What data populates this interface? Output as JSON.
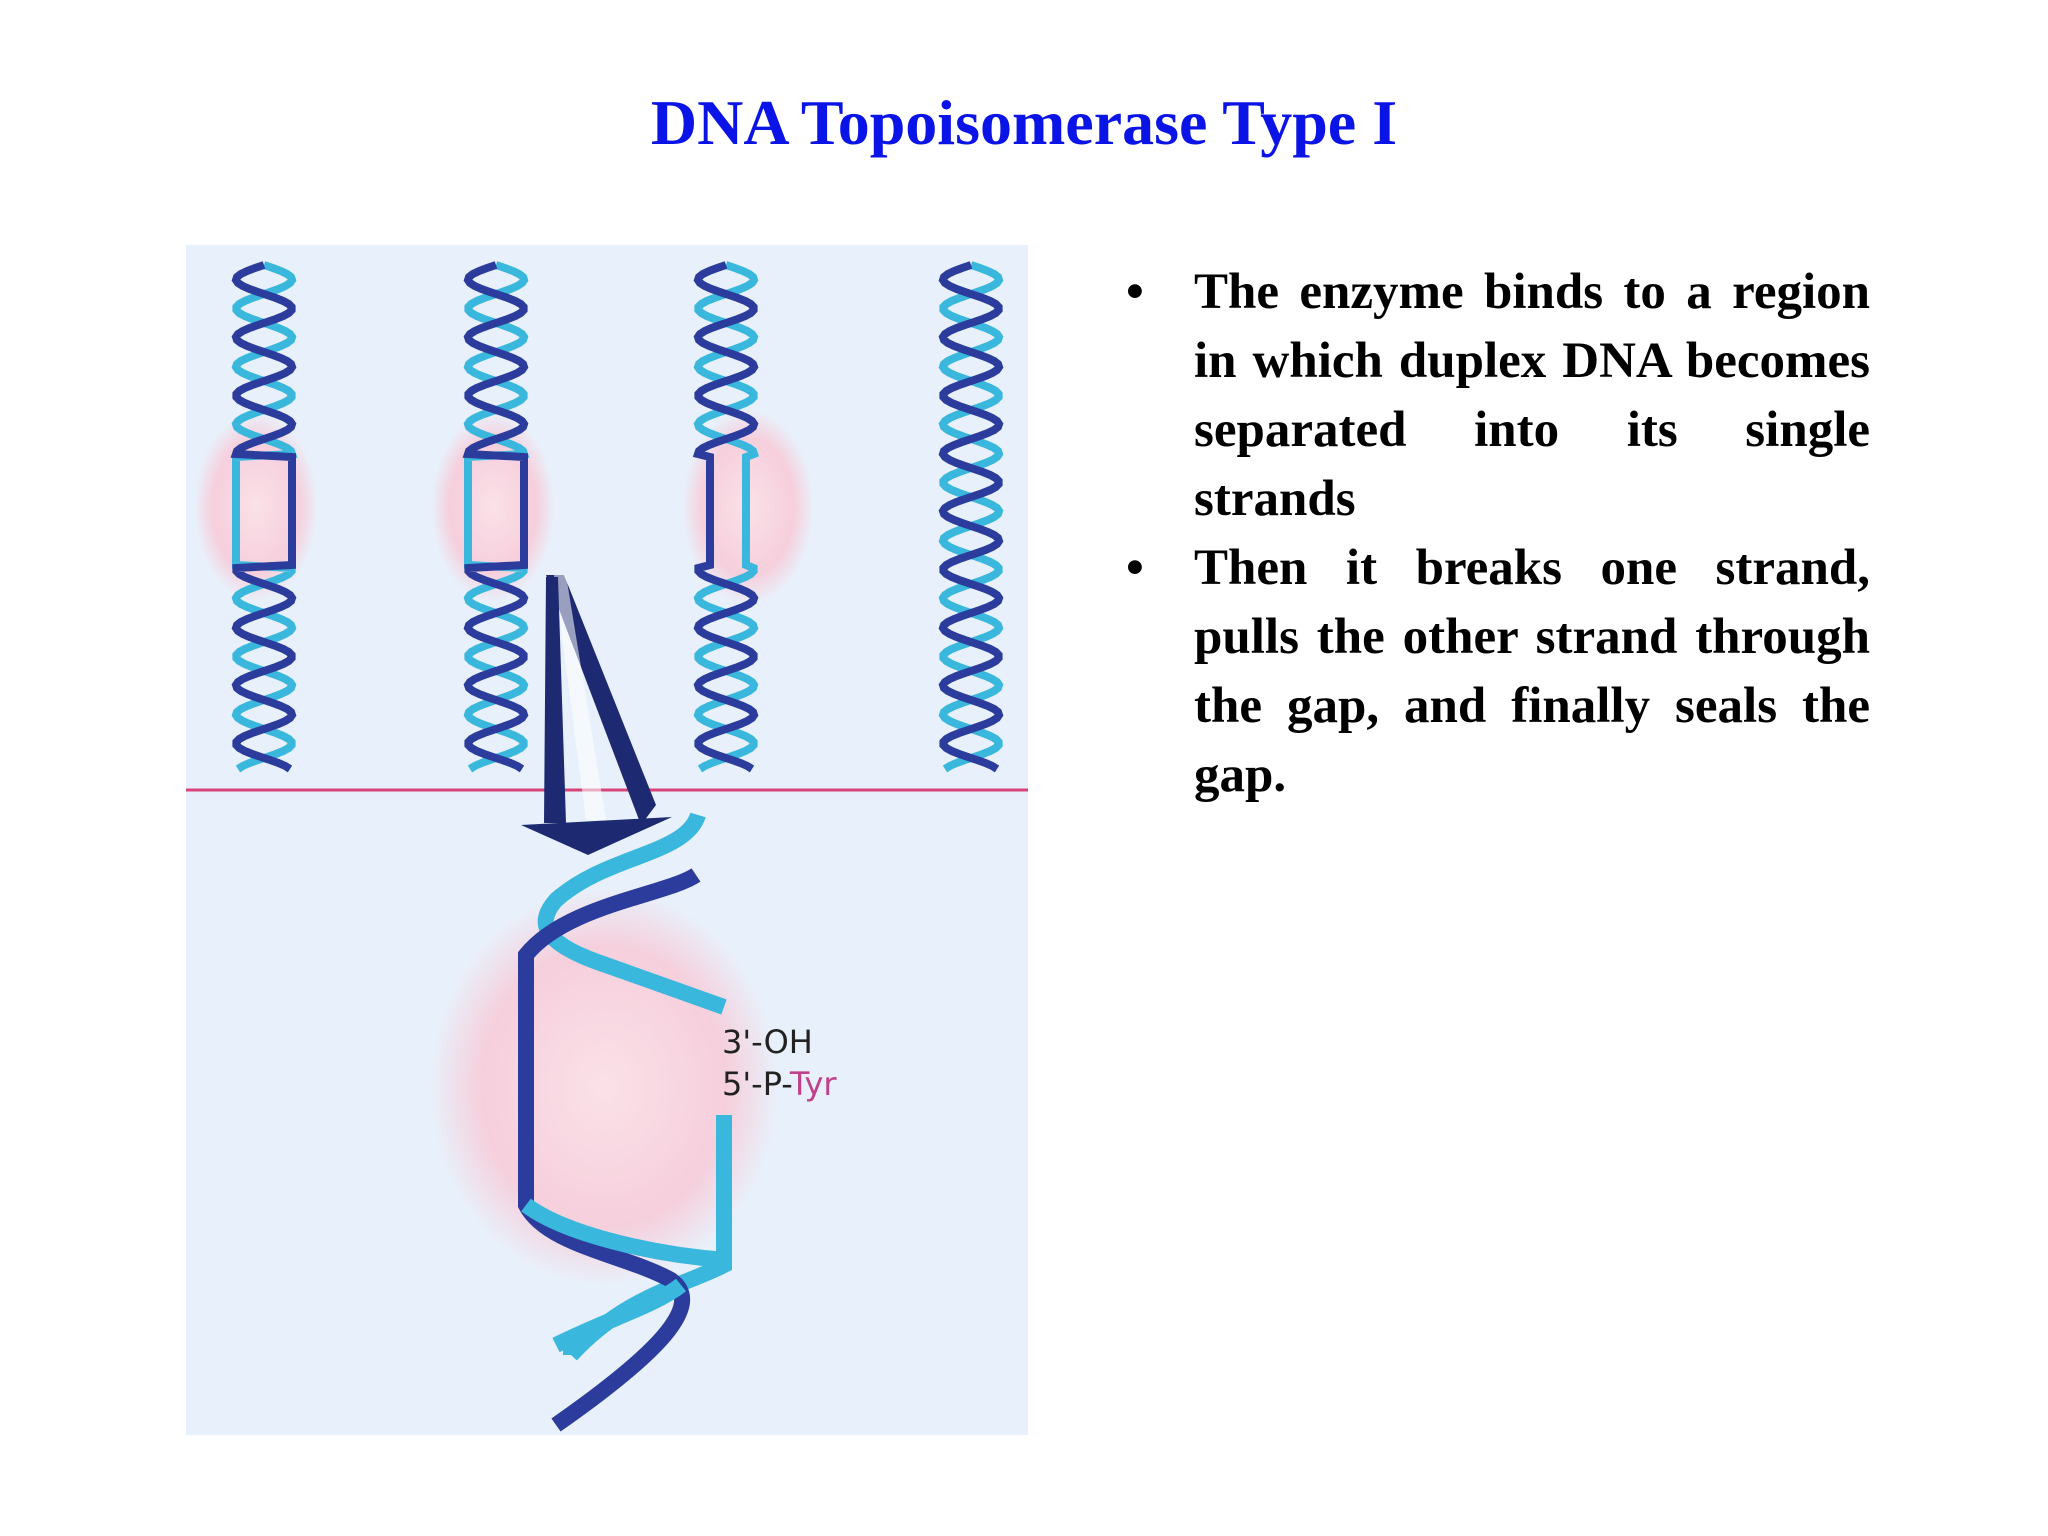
{
  "slide": {
    "title": "DNA Topoisomerase Type I",
    "title_color": "#0b14e6"
  },
  "figure": {
    "label_3oh": "3'-OH",
    "label_5p": "5'-P-",
    "label_tyr": "Tyr",
    "colors": {
      "panel_background": "#e8f1fb",
      "strand_dark": "#2b3c9c",
      "strand_light": "#3ab7dc",
      "enzyme_bubble": "#f8d0dc",
      "divider_line": "#d8437a",
      "arrow": "#1d2a72",
      "tyr_label": "#c0408c"
    }
  },
  "bullets": {
    "items": [
      {
        "marker": "•",
        "text": "The enzyme binds to a region in which duplex DNA becomes separated into its single strands"
      },
      {
        "marker": "•",
        "text": "Then it breaks one strand, pulls the other strand through the gap, and finally seals the gap."
      }
    ]
  }
}
